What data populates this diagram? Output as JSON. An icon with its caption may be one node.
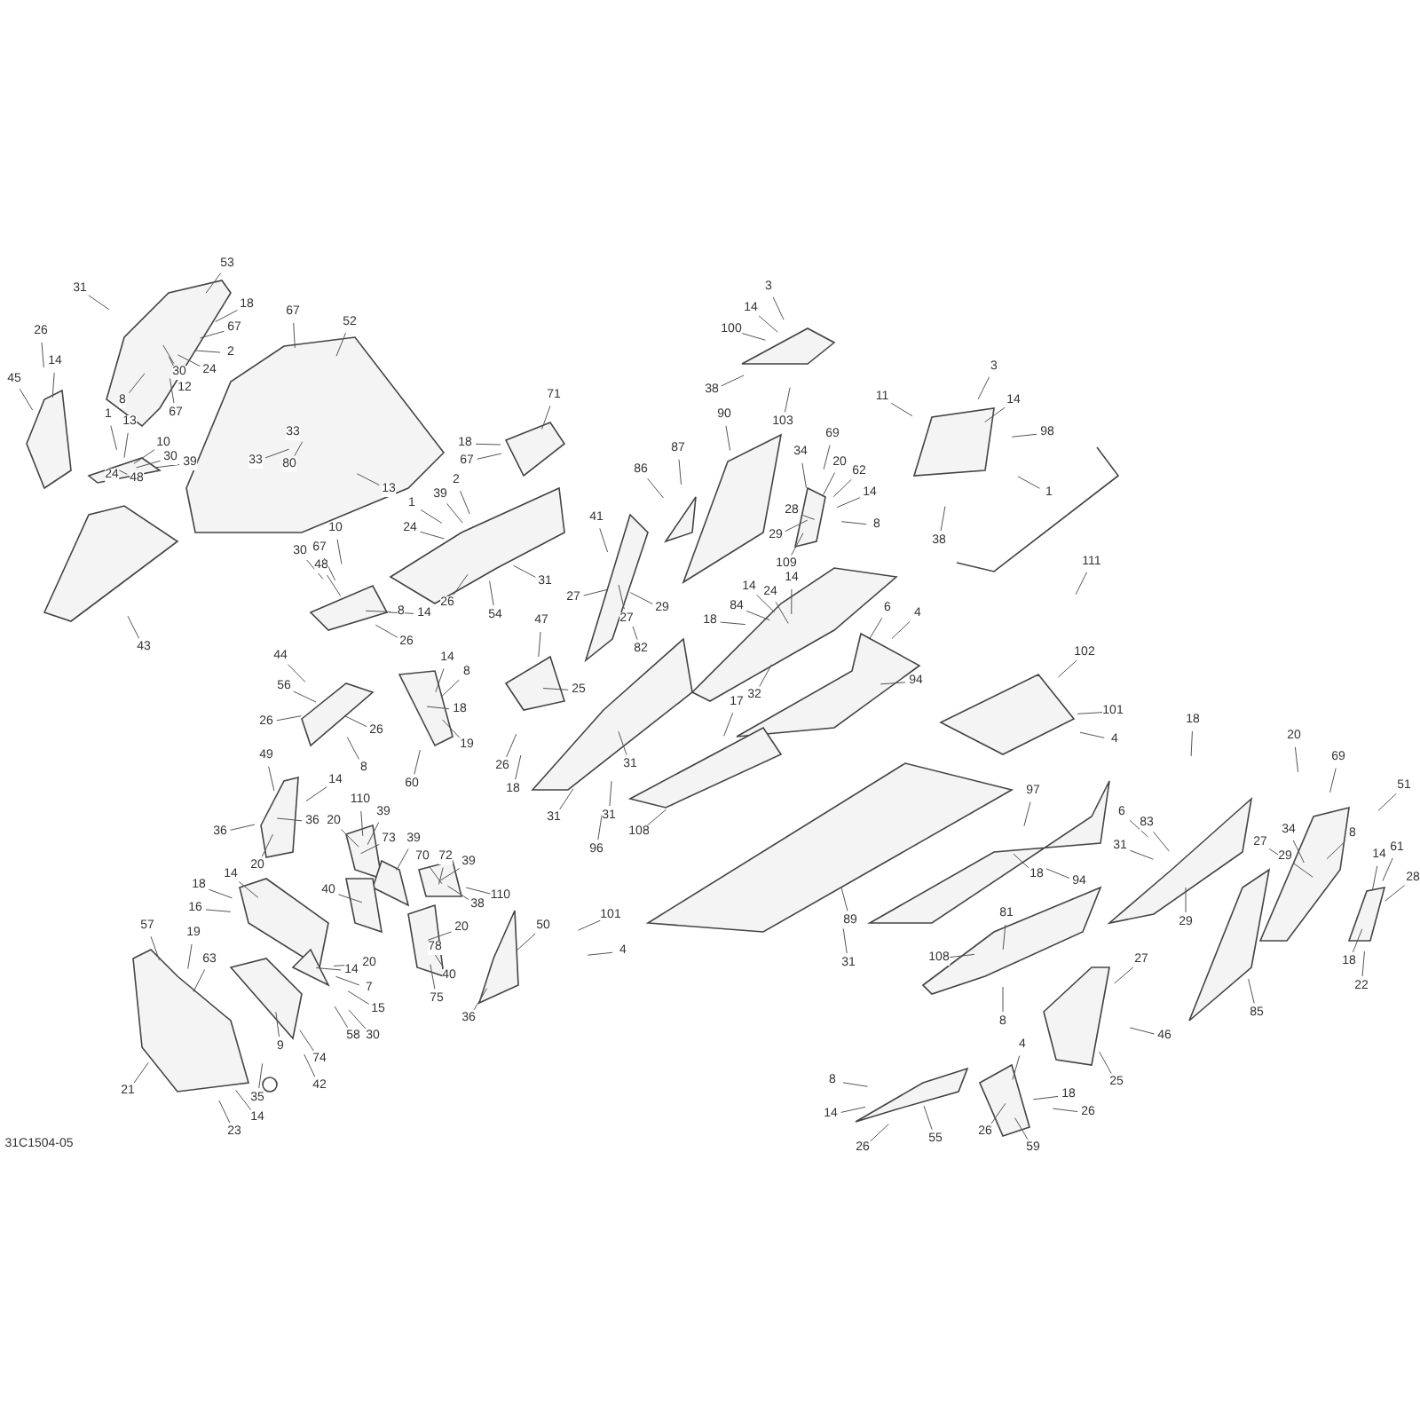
{
  "diagram": {
    "labels": [
      "31",
      "53",
      "26",
      "18",
      "67",
      "67",
      "2",
      "14",
      "30",
      "24",
      "12",
      "52",
      "45",
      "8",
      "1",
      "13",
      "67",
      "10",
      "30",
      "39",
      "24",
      "48",
      "33",
      "33",
      "80",
      "18",
      "67",
      "2",
      "39",
      "71",
      "13",
      "1",
      "10",
      "24",
      "30",
      "67",
      "48",
      "41",
      "43",
      "31",
      "44",
      "8",
      "14",
      "26",
      "54",
      "3",
      "14",
      "100",
      "38",
      "11",
      "103",
      "3",
      "14",
      "98",
      "1",
      "38",
      "111",
      "90",
      "87",
      "86",
      "34",
      "69",
      "20",
      "62",
      "14",
      "8",
      "28",
      "29",
      "109",
      "14",
      "24",
      "14",
      "27",
      "29",
      "27",
      "18",
      "84",
      "6",
      "4",
      "82",
      "47",
      "25",
      "17",
      "32",
      "94",
      "102",
      "101",
      "4",
      "26",
      "14",
      "8",
      "56",
      "26",
      "26",
      "18",
      "19",
      "26",
      "18",
      "31",
      "14",
      "8",
      "60",
      "49",
      "110",
      "36",
      "36",
      "20",
      "20",
      "40",
      "39",
      "73",
      "39",
      "70",
      "72",
      "39",
      "14",
      "18",
      "16",
      "19",
      "57",
      "63",
      "110",
      "38",
      "20",
      "50",
      "40",
      "78",
      "20",
      "14",
      "75",
      "36",
      "7",
      "15",
      "58",
      "30",
      "74",
      "9",
      "42",
      "21",
      "35",
      "14",
      "23",
      "31C1504-05",
      "31",
      "31",
      "108",
      "97",
      "96",
      "89",
      "101",
      "4",
      "31",
      "108",
      "94",
      "31",
      "6",
      "18",
      "83",
      "27",
      "20",
      "69",
      "51",
      "34",
      "29",
      "29",
      "8",
      "14",
      "61",
      "28",
      "18",
      "22",
      "85",
      "81",
      "18",
      "27",
      "46",
      "4",
      "8",
      "8",
      "14",
      "26",
      "55",
      "26",
      "59",
      "18",
      "26",
      "25"
    ]
  }
}
